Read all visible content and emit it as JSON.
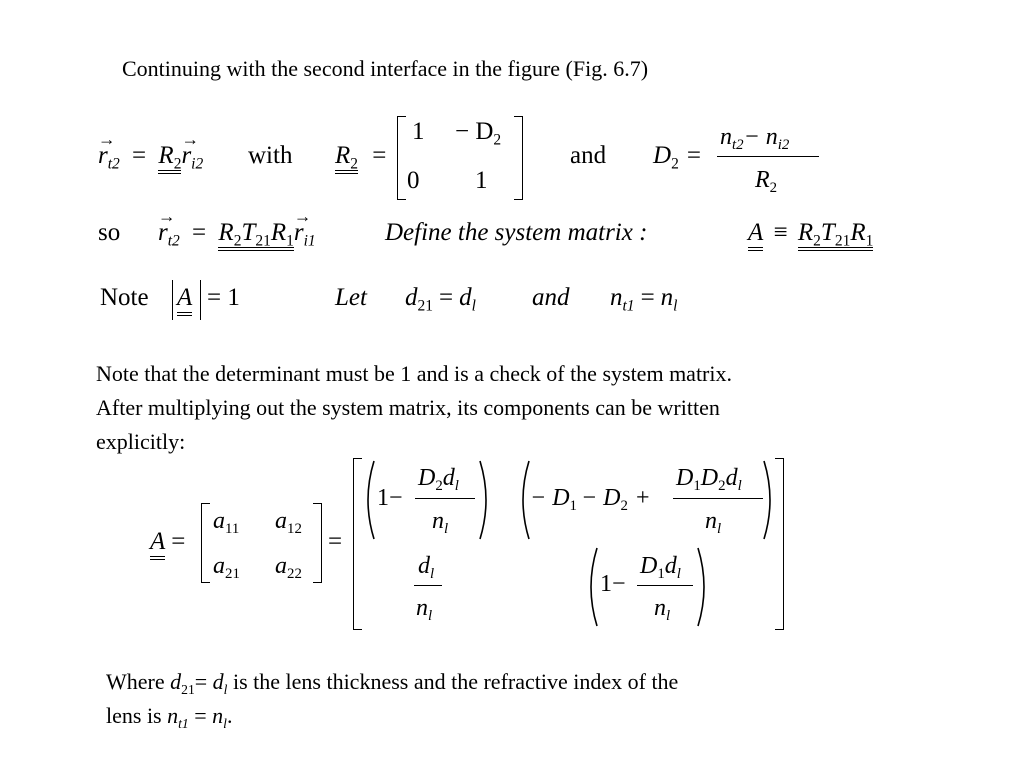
{
  "intro": "Continuing with the second interface in the figure (Fig. 6.7)",
  "eq1": {
    "r": "r",
    "t2_sub": "t2",
    "equals": "=",
    "R": "R",
    "two": "2",
    "i2_sub": "i2",
    "with": "with",
    "R2": "R",
    "R2_sub": "2",
    "m11": "1",
    "m12": "− D",
    "m12_sub": "2",
    "m21": "0",
    "m22": "1",
    "and": "and",
    "D": "D",
    "D_sub": "2",
    "num_n1": "n",
    "num_t2": "t2",
    "num_minus": "− n",
    "num_i2": "i2",
    "den_R": "R",
    "den_sub": "2"
  },
  "eq2": {
    "so": "so",
    "lhs_r": "r",
    "lhs_sub": "t2",
    "eq": "=",
    "prod": "R",
    "p_s1": "2",
    "T": "T",
    "T_sub": "21",
    "R1": "R",
    "R1_sub": "1",
    "r": "r",
    "r_sub": "i1",
    "define": "Define the  system matrix :",
    "A": "A",
    "equiv": "≡",
    "defR": "R",
    "d_s1": "2",
    "defT": "T",
    "defT_sub": "21",
    "defR1": "R",
    "defR1_sub": "1"
  },
  "eq3": {
    "note": "Note",
    "A": "A",
    "eq_one": "= 1",
    "let": "Let",
    "d": "d",
    "d_sub": "21",
    "eq": "=",
    "dl": "d",
    "l": "l",
    "and": "and",
    "n": "n",
    "n_sub": "t1",
    "eq2": "=",
    "nl": "n",
    "nl_sub": "l"
  },
  "paragraph": [
    "Note that the determinant must be 1 and is a check of the system matrix.",
    "After multiplying out the system matrix, its components can be written",
    "explicitly:"
  ],
  "matrix_eq": {
    "A": "A",
    "eq": "=",
    "a": "a",
    "s11": "11",
    "s12": "12",
    "s21": "21",
    "s22": "22",
    "eq2": "=",
    "one_minus": "1−",
    "D2dl_D": "D",
    "D2dl_2": "2",
    "D2dl_d": "d",
    "D2dl_l": "l",
    "nl": "n",
    "nl_sub": "l",
    "mid_expr": "− D",
    "mid_1": "1",
    "mid_minus": "− D",
    "mid_2": "2",
    "mid_plus": "+",
    "top_D": "D",
    "top_1": "1",
    "top_D2": "D",
    "top_2": "2",
    "top_d": "d",
    "top_l": "l",
    "dl": "d",
    "dl_sub": "l",
    "one_minus2": "1−",
    "D1dl_D": "D",
    "D1dl_1": "1",
    "D1dl_d": "d",
    "D1dl_l": "l"
  },
  "where": {
    "line1a": "Where ",
    "d": "d",
    "d_sub": "21",
    "eq": "= ",
    "dl": "d",
    "dl_sub": "l",
    "line1b": " is the lens thickness and the refractive index of the",
    "line2a": "lens is ",
    "n": "n",
    "n_sub": "t1",
    "eq2": " = ",
    "nl": "n",
    "nl_sub": "l",
    "end": "."
  }
}
